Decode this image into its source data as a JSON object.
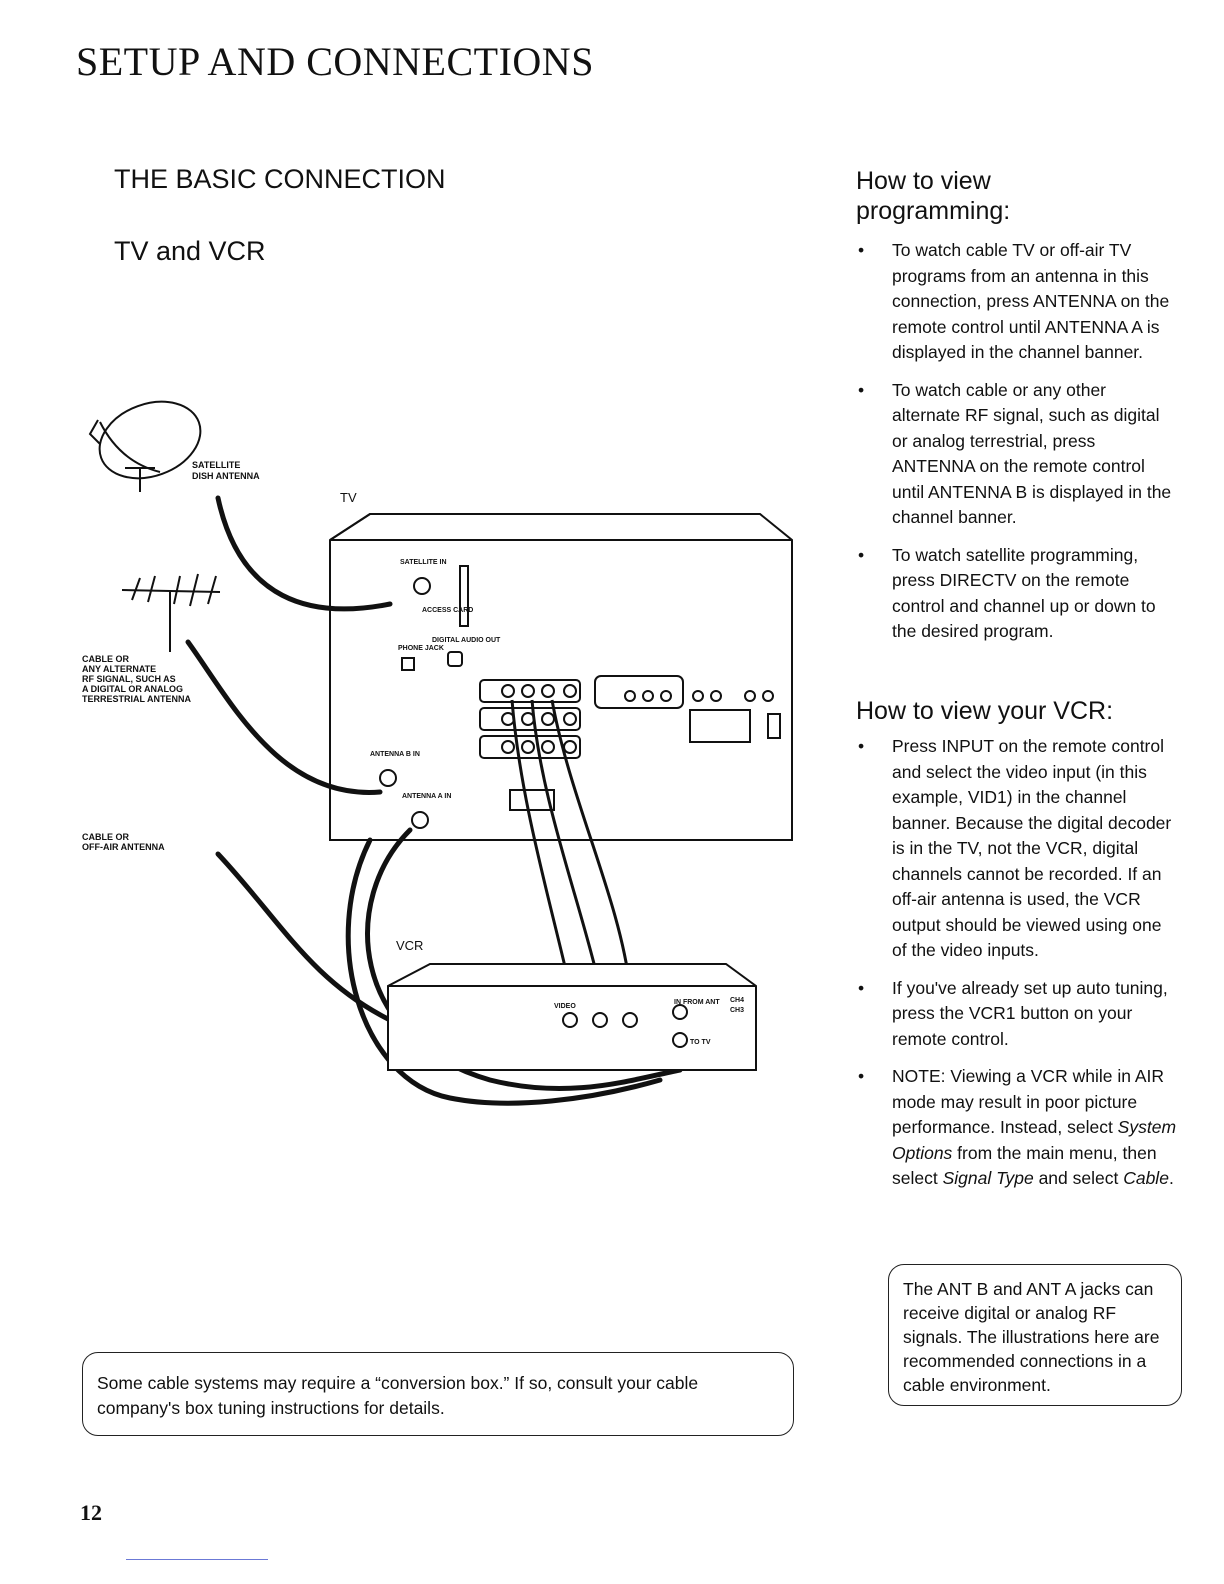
{
  "header": {
    "title": "SETUP AND CONNECTIONS"
  },
  "left": {
    "section_heading": "THE BASIC CONNECTION",
    "sub_heading": "TV and VCR"
  },
  "diagram": {
    "labels": {
      "satellite_dish": [
        "SATELLITE",
        "DISH ANTENNA"
      ],
      "tv": "TV",
      "cable_or_alt": [
        "CABLE OR",
        "ANY ALTERNATE",
        "RF SIGNAL, SUCH AS",
        "A DIGITAL OR ANALOG",
        "TERRESTRIAL ANTENNA"
      ],
      "cable_or_air": [
        "CABLE OR",
        "OFF-AIR ANTENNA"
      ],
      "vcr": "VCR",
      "satellite_in": "SATELLITE IN",
      "access_card": "ACCESS CARD",
      "phone_jack": "PHONE JACK",
      "digital_audio_out": "DIGITAL AUDIO OUT",
      "antenna_b_in": "ANTENNA B IN",
      "antenna_a_in": "ANTENNA A IN",
      "in_from_ant": "IN FROM ANT",
      "to_tv": "TO TV",
      "video": "VIDEO",
      "ch3": "CH3",
      "ch4": "CH4"
    }
  },
  "programming": {
    "heading": "How to view programming:",
    "bullets": [
      "To watch cable TV or off-air TV programs from an antenna in this connection, press ANTENNA on the remote control until ANTENNA A is displayed in the channel banner.",
      "To watch cable or any other alternate RF signal, such as digital or analog terrestrial, press ANTENNA on the remote control until ANTENNA B is displayed in the channel banner.",
      "To watch satellite programming, press DIRECTV on the remote control and channel up or down to the desired program."
    ]
  },
  "vcr_view": {
    "heading": "How to view your VCR:",
    "bullets": [
      "Press INPUT on the remote control and select the video input (in this example, VID1) in the channel banner. Because the digital decoder is in the TV, not the VCR, digital channels cannot be recorded. If an off-air antenna is used, the VCR output should be viewed using one of the video inputs.",
      "If you've already set up auto tuning, press the VCR1 button on your remote control."
    ],
    "note_bullet": {
      "t1": "NOTE: Viewing a VCR while in AIR mode may result in poor picture performance. Instead, select ",
      "i1": "System Options",
      "t2": " from the main menu, then select ",
      "i2": "Signal Type",
      "t3": " and select ",
      "i3": "Cable",
      "t4": "."
    }
  },
  "cable_note": "Some cable systems may require a “conversion box.” If so, consult your cable company's box tuning instructions for details.",
  "ant_note": "The ANT B and ANT A jacks can receive digital or analog RF signals. The illustrations here are recommended connections in a cable environment.",
  "page_number": "12"
}
